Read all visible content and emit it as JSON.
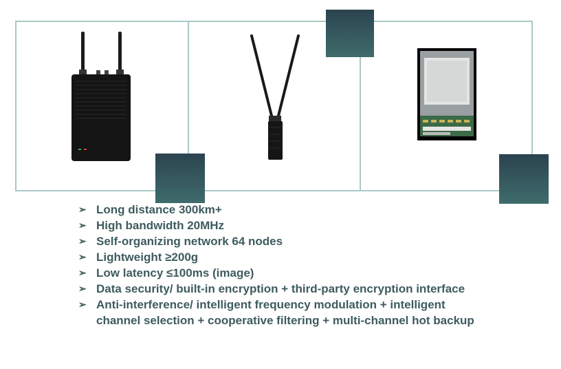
{
  "colors": {
    "panel_border": "#a9c8c6",
    "accent_dark": "#2b434f",
    "accent_light": "#3f6c6c",
    "text": "#3e5b5e"
  },
  "icons": {
    "bullet": "arrow-bullet-icon"
  },
  "features": [
    "Long distance 300km+",
    "High bandwidth 20MHz",
    "Self-organizing network 64 nodes",
    "Lightweight ≥200g",
    "Low latency ≤100ms (image)",
    "Data security/ built-in encryption + third-party encryption interface",
    "Anti-interference/ intelligent frequency modulation + intelligent channel selection + cooperative filtering + multi-channel hot backup"
  ]
}
